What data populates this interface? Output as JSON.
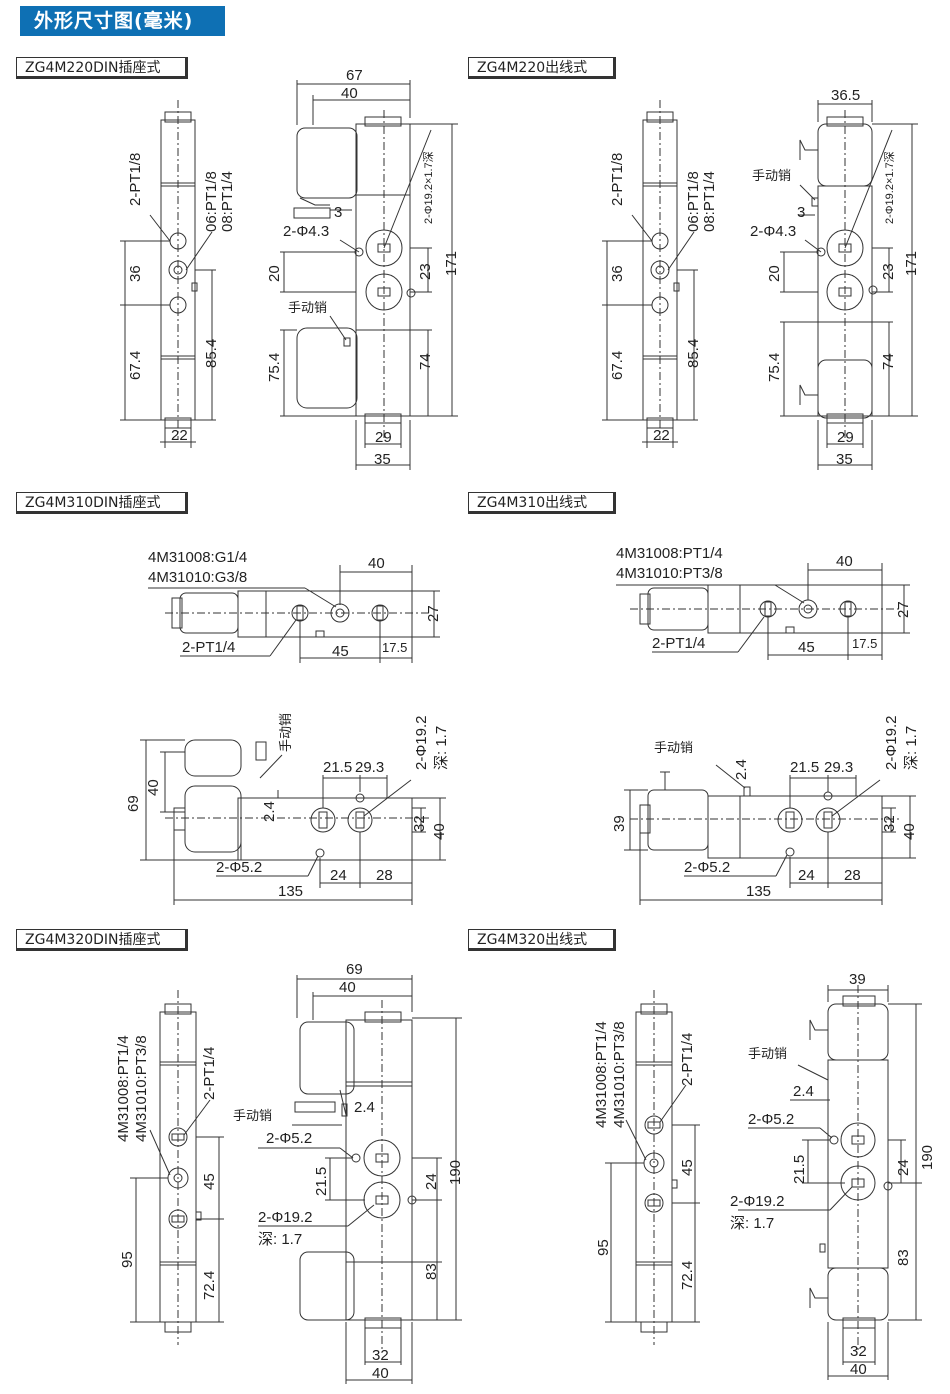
{
  "header": {
    "title": "外形尺寸图(毫米)"
  },
  "sections": [
    {
      "label": "ZG4M220DIN插座式"
    },
    {
      "label": "ZG4M220出线式"
    },
    {
      "label": "ZG4M310DIN插座式"
    },
    {
      "label": "ZG4M310出线式"
    },
    {
      "label": "ZG4M320DIN插座式"
    },
    {
      "label": "ZG4M320出线式"
    }
  ],
  "dims": {
    "s1_front": {
      "port18": "2-PT1/8",
      "port0608": "06:PT1/8",
      "port0808": "08:PT1/4",
      "d36": "36",
      "d674": "67.4",
      "d854": "85.4",
      "d22": "22"
    },
    "s1_side": {
      "d67": "67",
      "d40": "40",
      "depth": "2-Φ19.2×1.7深",
      "d3": "3",
      "hole43": "2-Φ4.3",
      "d20": "20",
      "d23": "23",
      "d171": "171",
      "manual": "手动销",
      "d754": "75.4",
      "d74": "74",
      "d29": "29",
      "d35": "35"
    },
    "s2_front": {
      "port18": "2-PT1/8",
      "port0608": "06:PT1/8",
      "port0808": "08:PT1/4",
      "d36": "36",
      "d674": "67.4",
      "d854": "85.4",
      "d22": "22"
    },
    "s2_side": {
      "d365": "36.5",
      "depth": "2-Φ19.2×1.7深",
      "manual": "手动销",
      "d3": "3",
      "hole43": "2-Φ4.3",
      "d20": "20",
      "d23": "23",
      "d171": "171",
      "d754": "75.4",
      "d74": "74",
      "d29": "29",
      "d35": "35"
    },
    "s3_top": {
      "g14": "4M31008:G1/4",
      "g38": "4M31010:G3/8",
      "d40": "40",
      "d27": "27",
      "pt14": "2-PT1/4",
      "d45": "45",
      "d175": "17.5"
    },
    "s3_front": {
      "manual": "手动销",
      "hole192": "2-Φ19.2",
      "deep": "深: 1.7",
      "d69": "69",
      "d40a": "40",
      "d24a": "2.4",
      "d215": "21.5",
      "d293": "29.3",
      "d32": "32",
      "d40b": "40",
      "hole52": "2-Φ5.2",
      "d24": "24",
      "d28": "28",
      "d135": "135"
    },
    "s4_top": {
      "g14": "4M31008:PT1/4",
      "g38": "4M31010:PT3/8",
      "d40": "40",
      "d27": "27",
      "pt14": "2-PT1/4",
      "d45": "45",
      "d175": "17.5"
    },
    "s4_front": {
      "manual": "手动销",
      "d24a": "2.4",
      "hole192": "2-Φ19.2",
      "deep": "深: 1.7",
      "d215": "21.5",
      "d293": "29.3",
      "d39": "39",
      "d32": "32",
      "d40b": "40",
      "hole52": "2-Φ5.2",
      "d24": "24",
      "d28": "28",
      "d135": "135"
    },
    "s5_front": {
      "pt14": "4M31008:PT1/4",
      "pt38": "4M31010:PT3/8",
      "port14": "2-PT1/4",
      "d45": "45",
      "d95": "95",
      "d724": "72.4"
    },
    "s5_side": {
      "d69": "69",
      "d40": "40",
      "manual": "手动销",
      "d24": "2.4",
      "hole52": "2-Φ5.2",
      "d215": "21.5",
      "d24b": "24",
      "d190": "190",
      "hole192": "2-Φ19.2",
      "deep": "深: 1.7",
      "d83": "83",
      "d32": "32",
      "d40b": "40"
    },
    "s6_front": {
      "pt14": "4M31008:PT1/4",
      "pt38": "4M31010:PT3/8",
      "port14": "2-PT1/4",
      "d45": "45",
      "d95": "95",
      "d724": "72.4"
    },
    "s6_side": {
      "d39": "39",
      "manual": "手动销",
      "d24": "2.4",
      "hole52": "2-Φ5.2",
      "d215": "21.5",
      "d24b": "24",
      "d190": "190",
      "hole192": "2-Φ19.2",
      "deep": "深: 1.7",
      "d83": "83",
      "d32": "32",
      "d40": "40"
    }
  }
}
